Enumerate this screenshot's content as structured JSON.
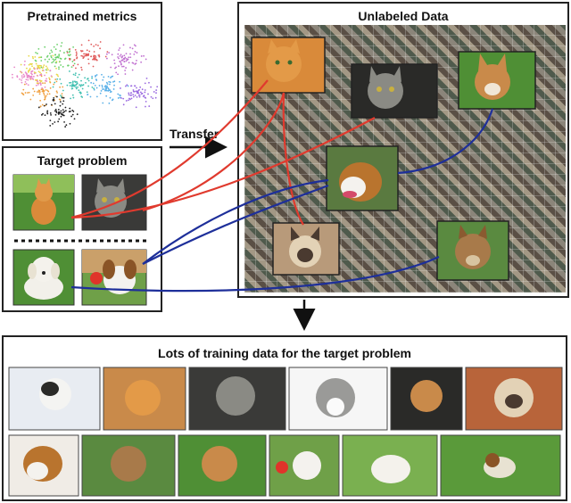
{
  "panels": {
    "pretrained": "Pretrained metrics",
    "target": "Target  problem",
    "unlabeled": "Unlabeled Data",
    "training": "Lots of training data for the target problem"
  },
  "arrow_label": "Transfer",
  "colors": {
    "cat_link": "#e03a2e",
    "dog_link": "#1e2f9a",
    "cat_orange": "#d98a3a",
    "cat_gray": "#7a7a78",
    "cat_siamese": "#e3d2b6",
    "dog_brown": "#b9742e",
    "dog_white": "#eeeeea",
    "grass": "#4f8f35"
  }
}
